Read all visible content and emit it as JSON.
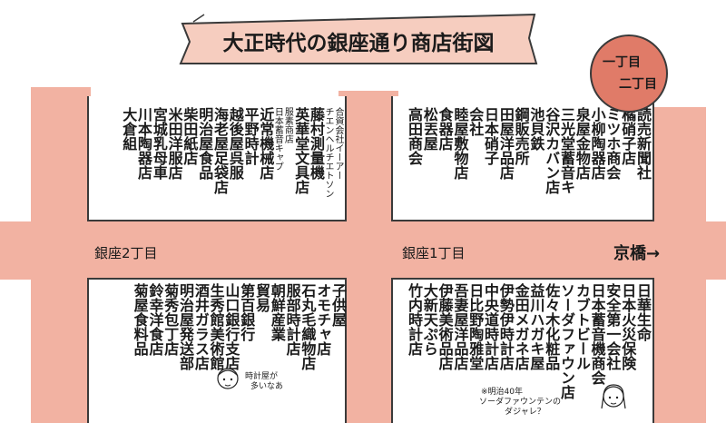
{
  "title": "大正時代の銀座通り商店街図",
  "badge": {
    "line1": "一丁目",
    "line2": "二丁目"
  },
  "labels": {
    "ginza2": "銀座2丁目",
    "ginza1": "銀座1丁目",
    "kyobashi": "京橋→"
  },
  "blocks": {
    "upper_left": [
      {
        "name": "大倉組",
        "size": 16
      },
      {
        "name": "川本陶器店",
        "size": 16
      },
      {
        "name": "宮城乳母車",
        "size": 16
      },
      {
        "name": "米田洋服店",
        "size": 16
      },
      {
        "name": "柴田紙店",
        "size": 16
      },
      {
        "name": "明治屋食品",
        "size": 16
      },
      {
        "name": "海老屋足袋店",
        "size": 16
      },
      {
        "name": "越後屋呉服",
        "size": 16
      },
      {
        "name": "平野時計",
        "size": 16
      },
      {
        "name": "近常機械店",
        "size": 16
      },
      {
        "name": "日本蓄音キャプ",
        "size": 10,
        "small": true
      },
      {
        "name": "服素商店",
        "size": 10,
        "small": true
      },
      {
        "name": "英華堂文具店",
        "size": 16
      },
      {
        "name": "藤村測量機",
        "size": 16
      },
      {
        "name": "チエンヘルチエトソン",
        "size": 10,
        "small": true
      },
      {
        "name": "合資会社イーアー",
        "size": 10,
        "small": true
      }
    ],
    "upper_right": [
      {
        "name": "高田商会",
        "size": 16
      },
      {
        "name": "松丟屋",
        "size": 16
      },
      {
        "name": "食器店",
        "size": 16
      },
      {
        "name": "睦屋敷物店",
        "size": 16
      },
      {
        "name": "会社",
        "size": 16
      },
      {
        "name": "日本硝子",
        "size": 16
      },
      {
        "name": "田屋洋品店",
        "size": 16
      },
      {
        "name": "鋼販売所",
        "size": 16
      },
      {
        "name": "池貝鉄",
        "size": 16
      },
      {
        "name": "谷沢カバン店",
        "size": 16
      },
      {
        "name": "三光堂蓄音キ",
        "size": 16
      },
      {
        "name": "泉屋金物店",
        "size": 16
      },
      {
        "name": "小柳陶器店",
        "size": 16
      },
      {
        "name": "ミツホ商会",
        "size": 16
      },
      {
        "name": "橘硝子店",
        "size": 16
      },
      {
        "name": "読売新聞社",
        "size": 16
      }
    ],
    "lower_left": [
      {
        "name": "菊屋食料品",
        "size": 16
      },
      {
        "name": "鈴幸洋食店",
        "size": 16
      },
      {
        "name": "菊秀包丁店",
        "size": 16
      },
      {
        "name": "明治屋発送部",
        "size": 16
      },
      {
        "name": "酒井ガラス店",
        "size": 16
      },
      {
        "name": "生秀館美術館",
        "size": 16
      },
      {
        "name": "山口銀行支店",
        "size": 16
      },
      {
        "name": "第百銀行",
        "size": 16
      },
      {
        "name": "貿易",
        "size": 16
      },
      {
        "name": "朝鮮産業",
        "size": 16
      },
      {
        "name": "服部時計店",
        "size": 16
      },
      {
        "name": "石丸毛織物店",
        "size": 16
      },
      {
        "name": "オモチャ店",
        "size": 16
      },
      {
        "name": "子供屋",
        "size": 16
      }
    ],
    "lower_right": [
      {
        "name": "竹内時計店",
        "size": 16
      },
      {
        "name": "大新天ぷら",
        "size": 16
      },
      {
        "name": "伊藤美術品店",
        "size": 16
      },
      {
        "name": "吾妻屋洋品店",
        "size": 16
      },
      {
        "name": "日比野陶雅堂",
        "size": 16
      },
      {
        "name": "中央道時計店",
        "size": 16
      },
      {
        "name": "伊勢伊時計店",
        "size": 16
      },
      {
        "name": "金田メガネ店",
        "size": 16
      },
      {
        "name": "益川ハガキ屋",
        "size": 16
      },
      {
        "name": "佐々木化粧品",
        "size": 16
      },
      {
        "name": "ソーダファウン店",
        "size": 16
      },
      {
        "name": "カブトビール",
        "size": 16
      },
      {
        "name": "日本蓄音機商会",
        "size": 16
      },
      {
        "name": "安全第一会社",
        "size": 16
      },
      {
        "name": "日本火災保険",
        "size": 16
      },
      {
        "name": "日華生命",
        "size": 16
      }
    ]
  },
  "notes": {
    "left_line1": "時計屋が",
    "left_line2": "多いなあ",
    "right_line1": "※明治40年",
    "right_line2": "ソーダファウンテンの",
    "right_line3": "ダジャレ？"
  },
  "colors": {
    "road": "#f2b2a2",
    "badge": "#e07b68",
    "banner": "#f6cdbf",
    "ink": "#1b1b1b"
  }
}
